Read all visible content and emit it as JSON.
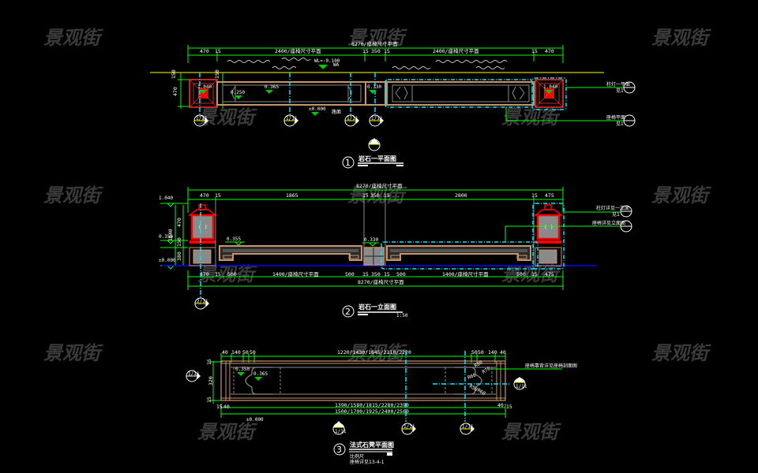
{
  "watermark": "景观街",
  "colors": {
    "background": "#000000",
    "dimension": "#00ff00",
    "axis": "#00e5ff",
    "baseline": "#ffff00",
    "stone": "#c8956a",
    "lamp": "#ff0000",
    "ground": "#0000ff",
    "gray": "#8a8a8a",
    "elevation_marker": "#00c800"
  },
  "plan": {
    "overall_dim": "8270/座椅尺寸平面",
    "dims": [
      "470",
      "15",
      "2400/座椅尺寸平面",
      "15",
      "350",
      "15",
      "2400/座椅尺寸平面",
      "15",
      "470"
    ],
    "water_level": "WL=-0.100",
    "water_label": "WA",
    "elevations": [
      "1.040",
      "0.250",
      "0.365",
      "0.330",
      "1.040",
      "±0.000"
    ],
    "left_dims": [
      "150",
      "470",
      "150"
    ],
    "ground_label": "路面",
    "callouts": [
      {
        "label": "柱灯一平面",
        "sub": "见1",
        "ref": "1/11"
      },
      {
        "label": "座椅平面",
        "sub": "见1",
        "ref": "1/-"
      }
    ],
    "section_markers": [
      "1/11",
      "1/11",
      "1/11",
      "1/11"
    ],
    "title_number": "1",
    "title": "岩石一平面图",
    "scale": ""
  },
  "elevation": {
    "overall_dim": "8270/座椅尺寸平面",
    "top_dims": [
      "470",
      "15",
      "1865",
      "15",
      "350",
      "15",
      "2800",
      "15",
      "475"
    ],
    "bottom_dims": [
      "470",
      "15",
      "500",
      "1400/座椅尺寸平面",
      "500",
      "15",
      "350",
      "15",
      "500",
      "1400/座椅尺寸平面",
      "500",
      "15",
      "475"
    ],
    "bottom_overall": "8270/座椅尺寸平面",
    "left_levels": [
      "1.040",
      "0.350",
      "±0.000"
    ],
    "left_dims": [
      "1040",
      "470",
      "150",
      "380"
    ],
    "elevations": [
      "0.355",
      "0.330"
    ],
    "callouts": [
      {
        "label": "柱灯详见一立面",
        "sub": "见1",
        "ref": "1/11"
      },
      {
        "label": "座椅详见立面图",
        "sub": "",
        "ref": "1/11"
      }
    ],
    "section_marker": "2/11",
    "title_number": "2",
    "title": "岩石一立面图",
    "scale": "1:50"
  },
  "bench_plan": {
    "top_dims_left": [
      "40",
      "140",
      "50",
      "50"
    ],
    "top_dim_main": "1220/1430/1645/2110/2220",
    "top_dims_right": [
      "50",
      "50",
      "140",
      "40"
    ],
    "left_dims": [
      "15",
      "320",
      "15"
    ],
    "bottom_dims_small": [
      "15",
      "40"
    ],
    "bottom_dim_1": "1390/1580/1815/2280/2390",
    "bottom_dim_2": "1500/1700/1925/2400/2500",
    "right_dims": [
      "40",
      "15"
    ],
    "elevations": [
      "0.350",
      "0.365"
    ],
    "ground_level": "±0.000",
    "radius_labels": [
      "R80",
      "R70",
      "R60",
      "R50",
      "R60"
    ],
    "callout": "座椅靠背详见座椅剖面图",
    "section_markers": [
      "1/11",
      "1/11",
      "1/11",
      "1/11",
      "1/11"
    ],
    "title_number": "3",
    "title": "法式石凳平面图",
    "subtitle": "比例尺",
    "note": "座椅详见13-4-1"
  }
}
